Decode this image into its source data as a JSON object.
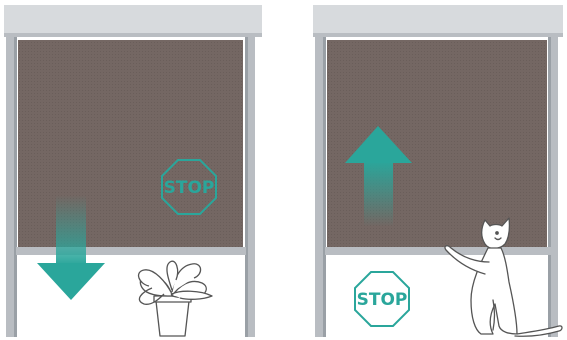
{
  "colors": {
    "accent": "#2aa69b",
    "screen": "#746763",
    "frame": "#b9bdc2",
    "frame_dark": "#9aa0a6",
    "cassette": "#d7dadd"
  },
  "panels": [
    {
      "name": "blind-lowering",
      "arrow_direction": "down",
      "stop_sign": {
        "label": "STOP"
      },
      "obstacle_icon": "potted-plant-icon"
    },
    {
      "name": "blind-raising",
      "arrow_direction": "up",
      "stop_sign": {
        "label": "STOP"
      },
      "obstacle_icon": "cat-icon"
    }
  ]
}
